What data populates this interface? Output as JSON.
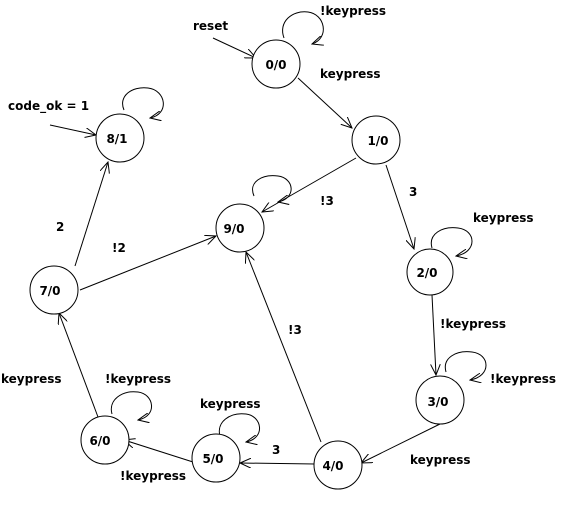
{
  "states": [
    {
      "id": "s0",
      "label": "0/0"
    },
    {
      "id": "s1",
      "label": "1/0"
    },
    {
      "id": "s2",
      "label": "2/0"
    },
    {
      "id": "s3",
      "label": "3/0"
    },
    {
      "id": "s4",
      "label": "4/0"
    },
    {
      "id": "s5",
      "label": "5/0"
    },
    {
      "id": "s6",
      "label": "6/0"
    },
    {
      "id": "s7",
      "label": "7/0"
    },
    {
      "id": "s8",
      "label": "8/1"
    },
    {
      "id": "s9",
      "label": "9/0"
    }
  ],
  "edge_labels": {
    "s0_s1": "keypress",
    "s1_s2": "3",
    "s1_s9": "!3",
    "s2_s3": "!keypress",
    "s3_s4": "keypress",
    "s4_s5": "3",
    "s4_s9": "!3",
    "s5_s6": "!keypress",
    "s6_s7": "keypress",
    "s7_s8": "2",
    "s7_s9": "!2"
  },
  "loop_labels": {
    "s0": "!keypress",
    "s2": "keypress",
    "s3": "!keypress",
    "s5": "keypress",
    "s6": "!keypress"
  },
  "entry_labels": {
    "reset": "reset",
    "code_ok": "code_ok = 1"
  }
}
